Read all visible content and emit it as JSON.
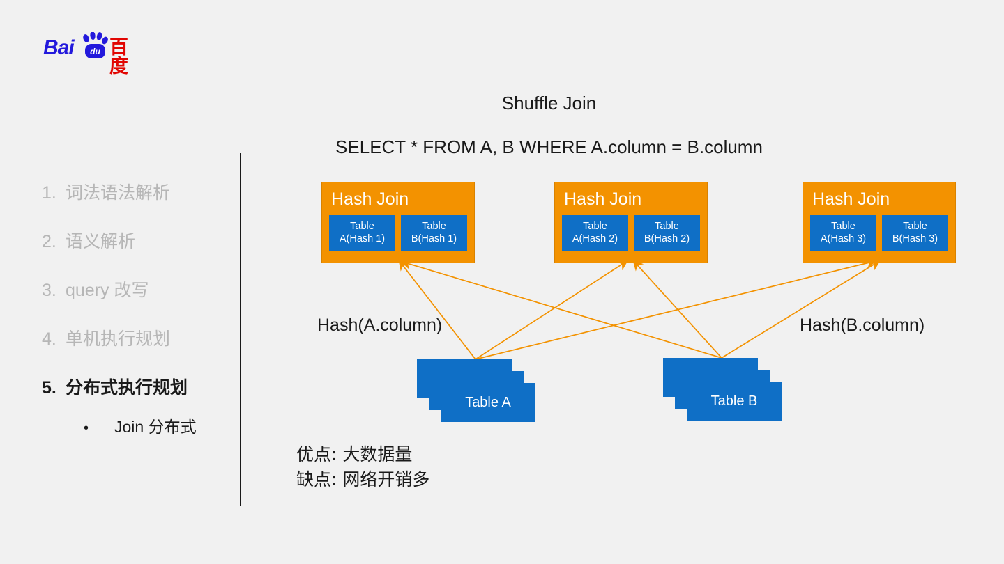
{
  "logo": {
    "text_left": "Bai",
    "text_circle": "du",
    "text_cn": "百度",
    "color_blue": "#2319dc",
    "color_red": "#e10602"
  },
  "outline": {
    "items": [
      {
        "num": "1.",
        "label": "词法语法解析",
        "active": false
      },
      {
        "num": "2.",
        "label": "语义解析",
        "active": false
      },
      {
        "num": "3.",
        "label": "query 改写",
        "active": false
      },
      {
        "num": "4.",
        "label": "单机执行规划",
        "active": false
      },
      {
        "num": "5.",
        "label": "分布式执行规划",
        "active": true
      }
    ],
    "sub_bullet": "•",
    "sub_label": "Join 分布式"
  },
  "heading": {
    "title": "Shuffle Join",
    "query": "SELECT * FROM A, B WHERE A.column = B.column"
  },
  "diagram": {
    "accent_orange": "#F39200",
    "accent_blue": "#0F6FC6",
    "hash_joins": [
      {
        "title": "Hash Join",
        "left_cell": "Table\nA(Hash 1)",
        "right_cell": "Table\nB(Hash 1)"
      },
      {
        "title": "Hash Join",
        "left_cell": "Table\nA(Hash 2)",
        "right_cell": "Table\nB(Hash 2)"
      },
      {
        "title": "Hash Join",
        "left_cell": "Table\nA(Hash 3)",
        "right_cell": "Table\nB(Hash 3)"
      }
    ],
    "hash_label_left": "Hash(A.column)",
    "hash_label_right": "Hash(B.column)",
    "stacks": [
      {
        "label": "Table A"
      },
      {
        "label": "Table B"
      }
    ]
  },
  "notes": {
    "pros": "优点: 大数据量",
    "cons": "缺点: 网络开销多"
  }
}
